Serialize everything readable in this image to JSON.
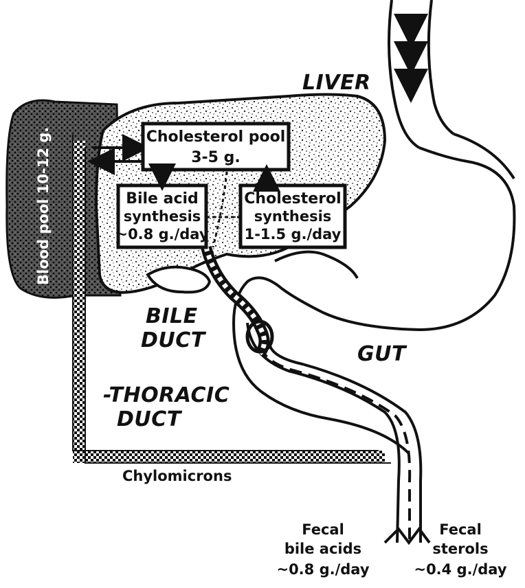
{
  "labels": {
    "liver": "LIVER",
    "bile_duct_line1": "BILE",
    "bile_duct_line2": "DUCT",
    "gut": "GUT",
    "thoracic_duct_line1": "-THORACIC",
    "thoracic_duct_line2": "DUCT",
    "chylomicrons": "Chylomicrons",
    "blood_pool": "Blood pool 10-12 g."
  },
  "boxes": {
    "cholesterol_pool": {
      "line1": "Cholesterol pool",
      "line2": "3-5 g."
    },
    "bile_acid_synthesis": {
      "line1": "Bile acid",
      "line2": "synthesis",
      "line3": "~0.8 g./day"
    },
    "cholesterol_synthesis": {
      "line1": "Cholesterol",
      "line2": "synthesis",
      "line3": "1-1.5 g./day"
    }
  },
  "outputs": {
    "fecal_bile_acids": {
      "line1": "Fecal",
      "line2": "bile acids",
      "line3": "~0.8 g./day"
    },
    "fecal_sterols": {
      "line1": "Fecal",
      "line2": "sterols",
      "line3": "~0.4 g./day"
    }
  },
  "colors": {
    "ink": "#111111",
    "paper": "#ffffff"
  }
}
